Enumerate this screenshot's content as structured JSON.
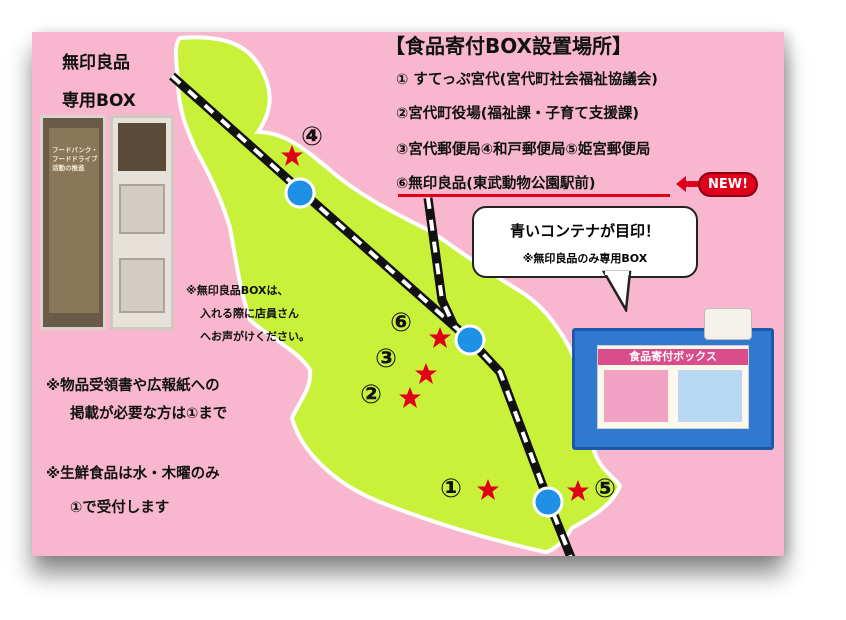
{
  "legend": {
    "title": "【食品寄付BOX設置場所】",
    "items": [
      "① すてっぷ宮代(宮代町社会福祉協議会)",
      "②宮代町役場(福祉課・子育て支援課)",
      "③宮代郵便局④和戸郵便局⑤姫宮郵便局",
      "⑥無印良品(東武動物公園駅前)"
    ],
    "new_badge": "NEW!"
  },
  "muji_box": {
    "line1": "無印良品",
    "line2": "専用BOX",
    "photo_sign_lines": [
      "フードバンク・",
      "フードドライブ",
      "活動の推進"
    ],
    "note_lines": [
      "※無印良品BOXは、",
      "入れる際に店員さん",
      "へお声がけください。"
    ]
  },
  "notes": [
    "※物品受領書や広報紙への",
    "掲載が必要な方は①まで",
    "※生鮮食品は水・木曜のみ",
    "①で受付します"
  ],
  "bubble": {
    "line1": "青いコンテナが目印！",
    "line2": "※無印良品のみ専用BOX"
  },
  "container": {
    "label": "食品寄付ボックス"
  },
  "map_markers": [
    {
      "label": "①"
    },
    {
      "label": "②"
    },
    {
      "label": "③"
    },
    {
      "label": "④"
    },
    {
      "label": "⑤"
    },
    {
      "label": "⑥"
    }
  ],
  "colors": {
    "background": "#f8b7cf",
    "town_area": "#c9f13a",
    "station": "#1e90e6",
    "star": "#e00018",
    "underline": "#e0001c"
  }
}
